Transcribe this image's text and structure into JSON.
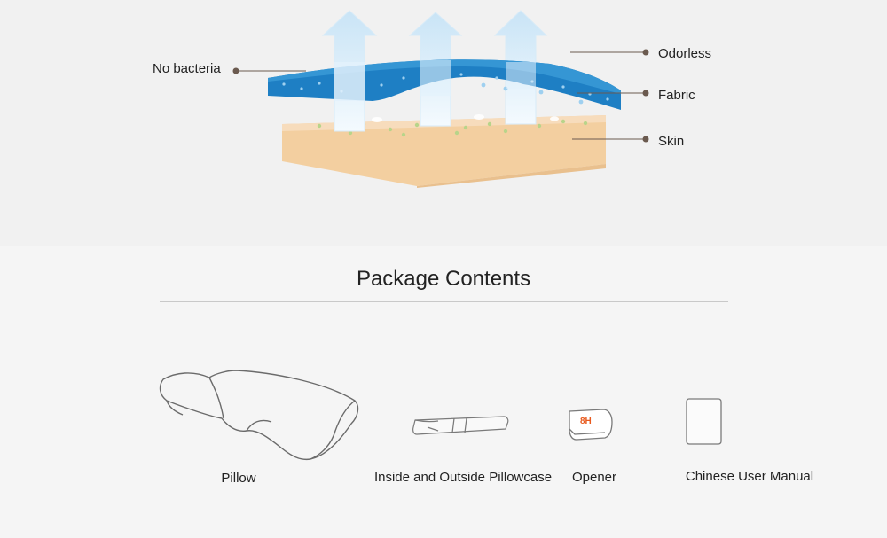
{
  "diagram": {
    "labels": {
      "no_bacteria": "No bacteria",
      "odorless": "Odorless",
      "fabric": "Fabric",
      "skin": "Skin"
    },
    "opener_badge": "8H"
  },
  "package": {
    "title": "Package Contents",
    "items": [
      {
        "label": "Pillow",
        "icon": "pillow-icon"
      },
      {
        "label": "Inside and Outside Pillowcase",
        "icon": "pillowcase-icon"
      },
      {
        "label": "Opener",
        "icon": "opener-icon"
      },
      {
        "label": "Chinese User Manual",
        "icon": "manual-icon"
      }
    ]
  },
  "colors": {
    "fabric_blue": "#1e7fc4",
    "skin_peach": "#f3cfa0",
    "arrow_light": "#e3f1fb",
    "leader_line": "#6b5a4f",
    "outline_gray": "#6b6b6b",
    "badge_orange": "#e85a1e"
  }
}
